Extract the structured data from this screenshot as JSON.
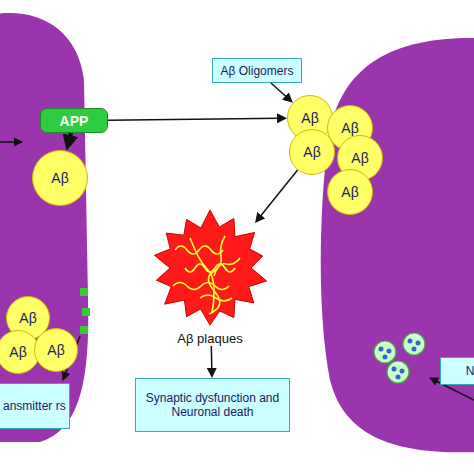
{
  "diagram": {
    "nodes": [
      {
        "text": [
          "Aβ Oligomers"
        ]
      },
      {
        "text": [
          "APP"
        ]
      },
      {
        "text": [
          "Aβ"
        ]
      },
      {
        "text": [
          "Aβ"
        ]
      },
      {
        "text": [
          "Aβ"
        ]
      },
      {
        "text": [
          "Aβ"
        ]
      },
      {
        "text": [
          "Aβ"
        ]
      },
      {
        "text": [
          "Aβ"
        ]
      },
      {
        "text": [
          "Aβ plaques"
        ]
      },
      {
        "text": [
          "Aβ"
        ]
      },
      {
        "text": [
          "Aβ"
        ]
      },
      {
        "text": [
          "Aβ"
        ]
      },
      {
        "text": [
          "N"
        ]
      },
      {
        "text": [
          "ansmitter rs"
        ]
      },
      {
        "text": [
          "Synaptic dysfunction and Neuronal death"
        ]
      }
    ],
    "edges": [
      {
        "from": 1,
        "to": 6,
        "arrow": "to"
      },
      {
        "from": 1,
        "to": 2,
        "arrow": "to"
      },
      {
        "from": 0,
        "to": 2,
        "arrow": "to"
      },
      {
        "from": 4,
        "to": 8,
        "arrow": "to"
      },
      {
        "from": 8,
        "to": 14,
        "arrow": "to"
      }
    ]
  }
}
